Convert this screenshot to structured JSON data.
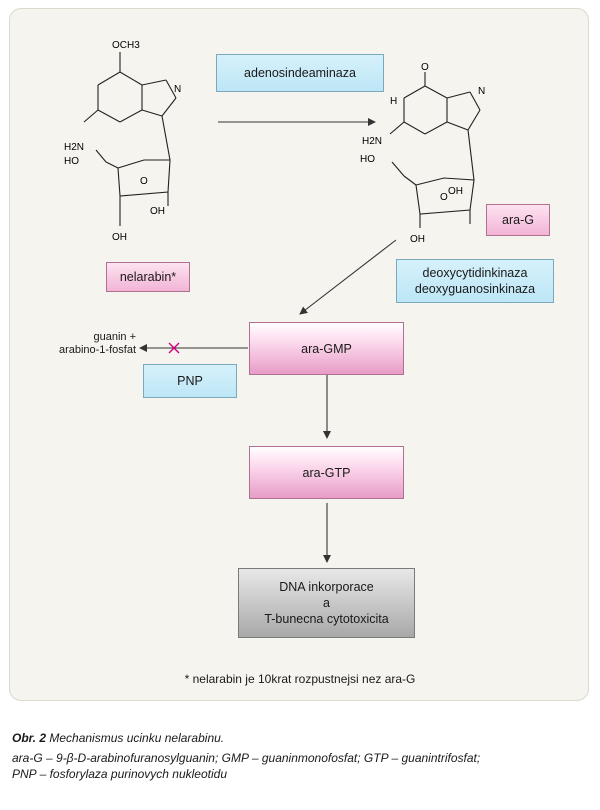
{
  "enzymes": {
    "adenosine_deaminase": "adenosindeaminaza",
    "kinase_line1": "deoxycytidinkinaza",
    "kinase_line2": "deoxyguanosinkinaza",
    "pnp": "PNP"
  },
  "compounds": {
    "nelarabine": "nelarabin*",
    "ara_g": "ara-G",
    "ara_gmp": "ara-GMP",
    "ara_gtp": "ara-GTP",
    "guanine_line1": "guanin +",
    "guanine_line2": "arabino-1-fosfat"
  },
  "outcome": {
    "line1": "DNA inkorporace",
    "line2": "a",
    "line3": "T-bunecna cytotoxicita"
  },
  "structure_labels": {
    "och3": "OCH3",
    "n": "N",
    "h2n": "H2N",
    "ho": "HO",
    "oh": "OH",
    "o": "O",
    "h": "H",
    "o_ring": "O"
  },
  "footnote": "* nelarabin je 10krat rozpustnejsi nez ara-G",
  "caption": {
    "label": "Obr. 2",
    "title": "Mechanismus ucinku nelarabinu.",
    "line2": "ara-G – 9-β-D-arabinofuranosylguanin; GMP – guaninmonofosfat; GTP – guanintrifosfat;",
    "line3": "PNP – fosforylaza purinovych nukleotidu"
  },
  "colors": {
    "blue_box": "#c9ecf9",
    "pink_box": "#f2b4d6",
    "gray_box": "#bdbdbd",
    "block_mark": "#d6007a",
    "panel": "#f6f4ee"
  }
}
